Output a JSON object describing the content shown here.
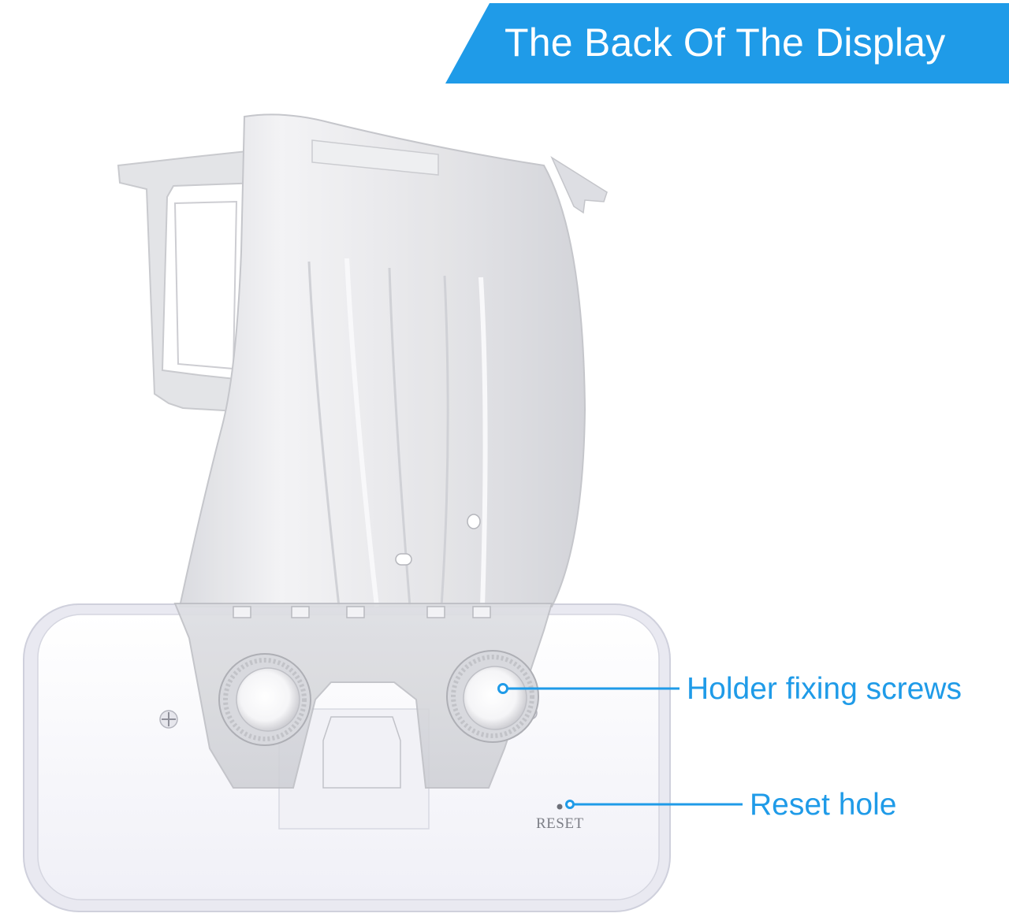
{
  "banner": {
    "title": "The Back Of The Display",
    "color": "#1f9be8"
  },
  "callouts": [
    {
      "label": "Holder fixing screws"
    },
    {
      "label": "Reset hole"
    }
  ],
  "device": {
    "reset_print": "RESET"
  },
  "colors": {
    "accent": "#1f9be8",
    "base": "#f6f6fb",
    "holder": "#e4e4e7"
  }
}
